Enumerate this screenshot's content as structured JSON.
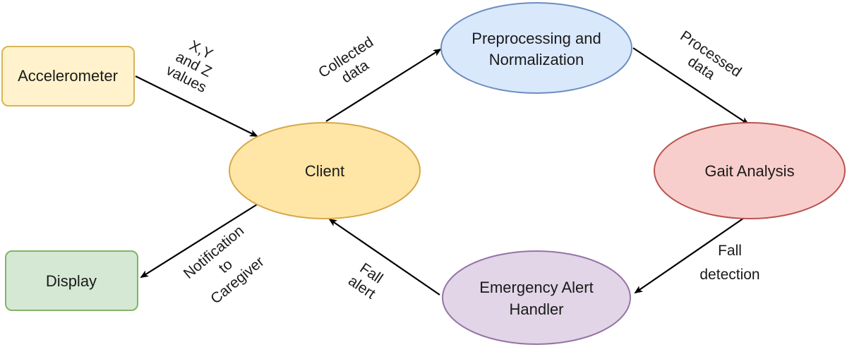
{
  "colors": {
    "accelerometer_fill": "#fff2cc",
    "accelerometer_stroke": "#d6b656",
    "display_fill": "#d5e8d4",
    "display_stroke": "#82b366",
    "client_fill": "#ffe6a6",
    "client_stroke": "#d6a84a",
    "preprocessing_fill": "#dae8fc",
    "preprocessing_stroke": "#6c8ebf",
    "gait_fill": "#f8cecc",
    "gait_stroke": "#b85450",
    "emergency_fill": "#e1d5e7",
    "emergency_stroke": "#9673a6"
  },
  "nodes": {
    "accelerometer": "Accelerometer",
    "display": "Display",
    "client": "Client",
    "preprocessing": [
      "Preprocessing and",
      "Normalization"
    ],
    "gait": "Gait Analysis",
    "emergency": [
      "Emergency Alert",
      "Handler"
    ]
  },
  "edges": {
    "xyz": [
      "X,Y",
      "and Z",
      "values"
    ],
    "collected": [
      "Collected",
      "data"
    ],
    "processed": [
      "Processed",
      "data"
    ],
    "fall_detection": [
      "Fall",
      "detection"
    ],
    "fall_alert": [
      "Fall",
      "alert"
    ],
    "notification": [
      "Notification",
      "to",
      "Caregiver"
    ]
  }
}
